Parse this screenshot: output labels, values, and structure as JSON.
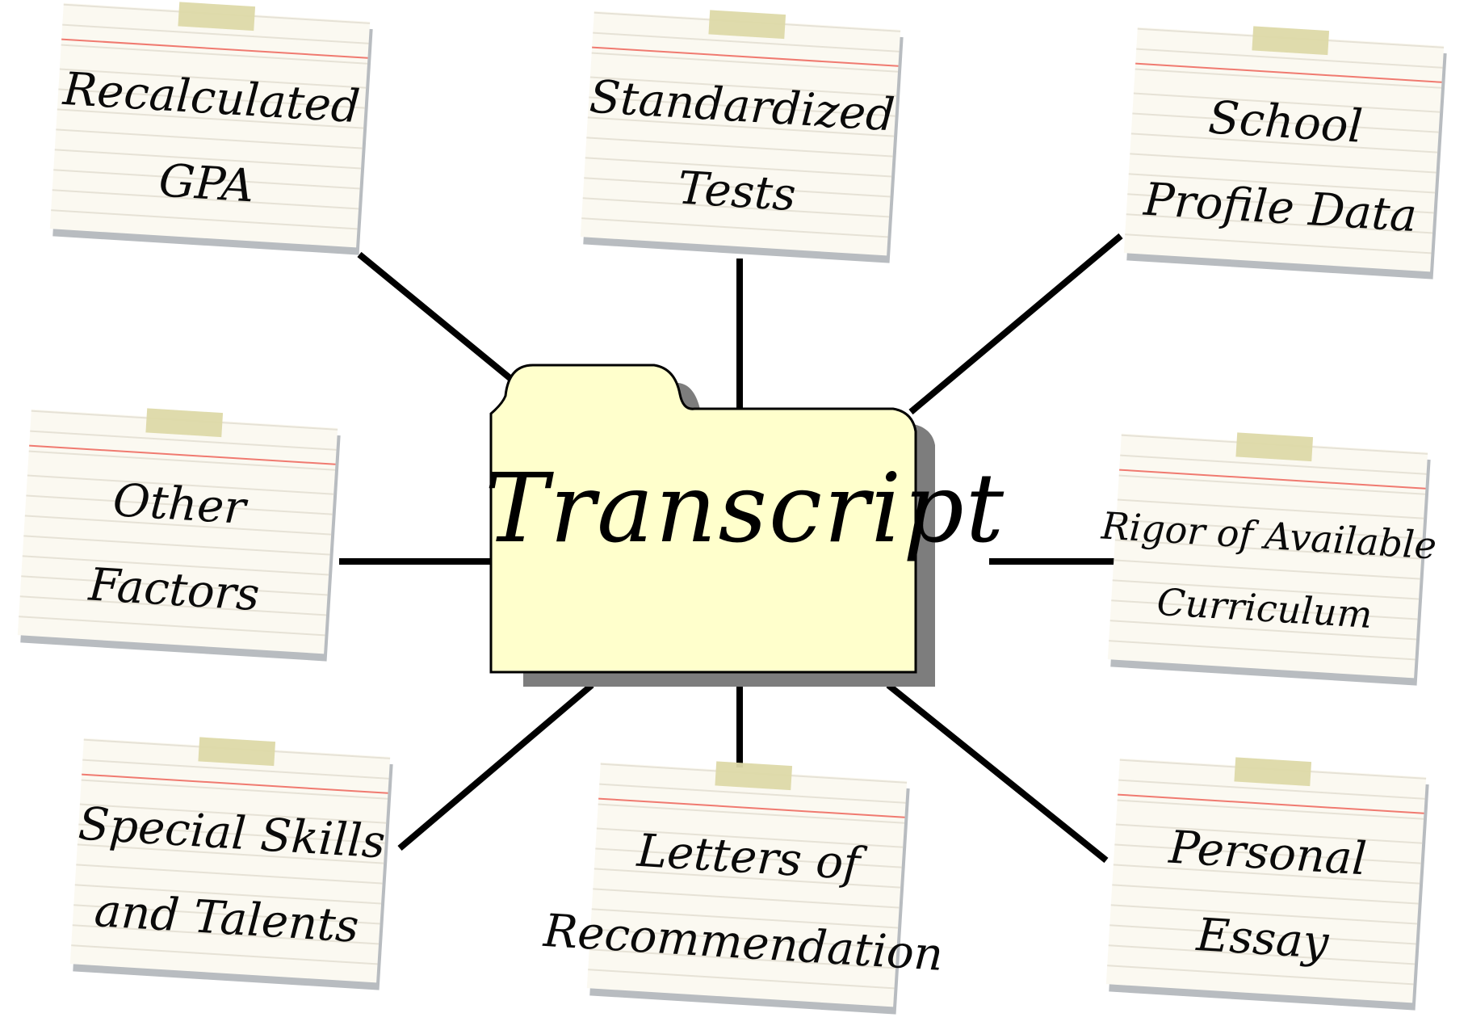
{
  "center": {
    "title": "Transcript"
  },
  "cards": [
    {
      "lines": [
        "Recalculated",
        "GPA"
      ]
    },
    {
      "lines": [
        "Standardized",
        "Tests"
      ]
    },
    {
      "lines": [
        "School",
        "Profile Data"
      ]
    },
    {
      "lines": [
        "Other",
        "Factors"
      ]
    },
    {
      "lines": [
        "Rigor of Available",
        "Curriculum"
      ]
    },
    {
      "lines": [
        "Special Skills",
        "and Talents"
      ]
    },
    {
      "lines": [
        "Letters of",
        "Recommendation"
      ]
    },
    {
      "lines": [
        "Personal",
        "Essay"
      ]
    }
  ],
  "colors": {
    "folder_fill": "#ffffcc",
    "folder_shadow": "#7d7d7d",
    "card_fill": "#fbf9f1",
    "card_red_rule": "#f07a70",
    "tape": "#ddd9a8",
    "connector": "#000000"
  }
}
